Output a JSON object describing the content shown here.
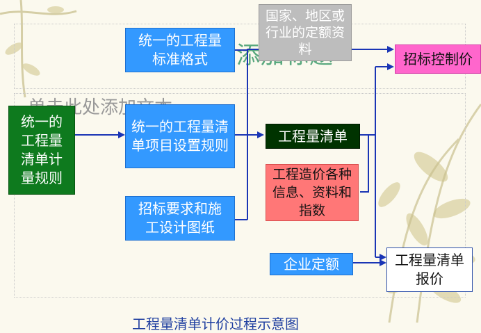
{
  "placeholder": {
    "title": "添加标题",
    "text": "单击此处添加文本"
  },
  "nodes": {
    "rules": "统一的工程量清单计量规则",
    "standard_format": "统一的工程量标准格式",
    "item_rules": "统一的工程量清单项目设置规则",
    "tender_docs": "招标要求和施工设计图纸",
    "quota_data": "国家、地区或行业的定额资料",
    "bill": "工程量清单",
    "price_info": "工程造价各种信息、资料和指数",
    "enterprise_quota": "企业定额",
    "control_price": "招标控制价",
    "bill_quote": "工程量清单报价"
  },
  "caption": "工程量清单计价过程示意图",
  "colors": {
    "blue_box": "#3399ff",
    "green_box": "#0e7a1e",
    "dark_green_box": "#003300",
    "gray_box": "#bdbdbd",
    "magenta_box": "#ff66cc",
    "salmon_box": "#ff7777",
    "arrow": "#1a35b5"
  }
}
